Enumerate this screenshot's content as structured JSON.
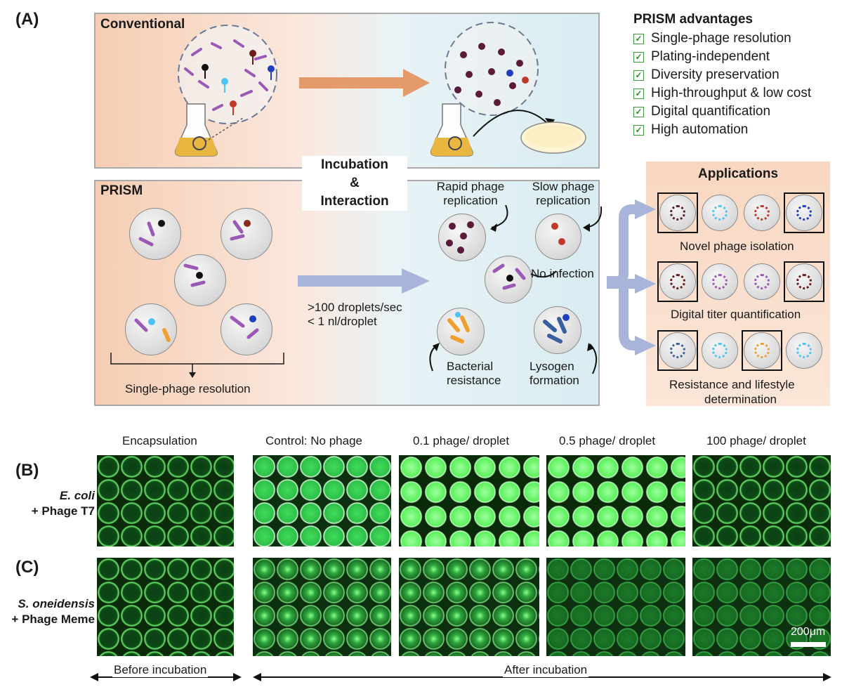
{
  "panel_a": {
    "letter": "(A)",
    "conventional": {
      "title": "Conventional"
    },
    "prism": {
      "title": "PRISM"
    },
    "incubation": {
      "line1": "Incubation",
      "line2": "&",
      "line3": "Interaction"
    },
    "throughput": {
      "line1": ">100 droplets/sec",
      "line2": "< 1 nl/droplet"
    },
    "single_phage": "Single-phage resolution",
    "outcomes": {
      "rapid": {
        "line1": "Rapid phage",
        "line2": "replication"
      },
      "slow": {
        "line1": "Slow phage",
        "line2": "replication"
      },
      "none": "No infection",
      "resistance": {
        "line1": "Bacterial",
        "line2": "resistance"
      },
      "lysogen": {
        "line1": "Lysogen",
        "line2": "formation"
      }
    },
    "advantages": {
      "title": "PRISM advantages",
      "items": [
        "Single-phage resolution",
        "Plating-independent",
        "Diversity preservation",
        "High-throughput & low cost",
        "Digital quantification",
        "High automation"
      ]
    },
    "applications": {
      "title": "Applications",
      "rows": [
        "Novel phage isolation",
        "Digital titer quantification",
        "Resistance and lifestyle",
        "determination"
      ]
    }
  },
  "panel_b": {
    "letter": "(B)",
    "organism": "E. coli",
    "phage": "+ Phage T7"
  },
  "panel_c": {
    "letter": "(C)",
    "organism": "S. oneidensis",
    "phage": "+ Phage Meme"
  },
  "column_headers": [
    "Encapsulation",
    "Control: No phage",
    "0.1 phage/ droplet",
    "0.5 phage/ droplet",
    "100 phage/ droplet"
  ],
  "scale_bar": "200μm",
  "timeline": {
    "before": "Before incubation",
    "after": "After incubation"
  },
  "colors": {
    "arrow_orange": "#e59a6c",
    "arrow_blue": "#a9b4da",
    "check_green": "#3c9a3c"
  }
}
